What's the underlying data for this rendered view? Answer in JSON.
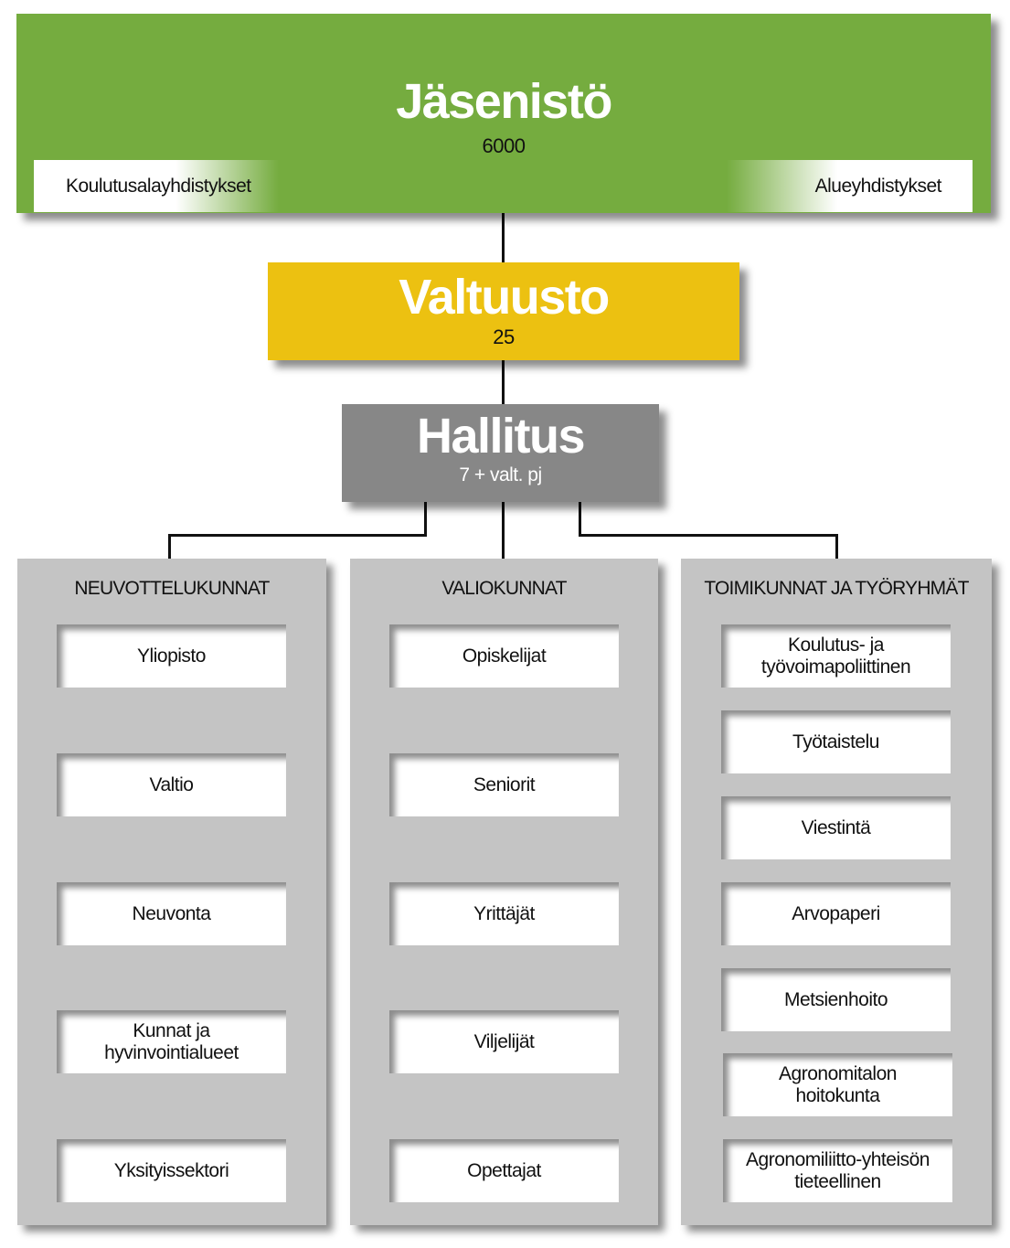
{
  "members": {
    "title": "Jäsenistö",
    "count": "6000",
    "left_label": "Koulutusalayhdistykset",
    "right_label": "Alueyhdistykset"
  },
  "council": {
    "title": "Valtuusto",
    "count": "25"
  },
  "board": {
    "title": "Hallitus",
    "count": "7 + valt. pj"
  },
  "columns": [
    {
      "title": "NEUVOTTELUKUNNAT",
      "items": [
        "Yliopisto",
        "Valtio",
        "Neuvonta",
        "Kunnat ja hyvinvointialueet",
        "Yksityissektori"
      ]
    },
    {
      "title": "VALIOKUNNAT",
      "items": [
        "Opiskelijat",
        "Seniorit",
        "Yrittäjät",
        "Viljelijät",
        "Opettajat"
      ]
    },
    {
      "title": "TOIMIKUNNAT JA TYÖRYHMÄT",
      "items": [
        "Koulutus- ja työvoimapoliittinen",
        "Työtaistelu",
        "Viestintä",
        "Arvopaperi",
        "Metsienhoito",
        "Agronomitalon hoitokunta",
        "Agronomiliitto-yhteisön tieteellinen"
      ]
    }
  ],
  "colors": {
    "green": "#75ac3f",
    "yellow": "#ecc111",
    "gray": "#878787",
    "panel": "#c4c4c4"
  }
}
